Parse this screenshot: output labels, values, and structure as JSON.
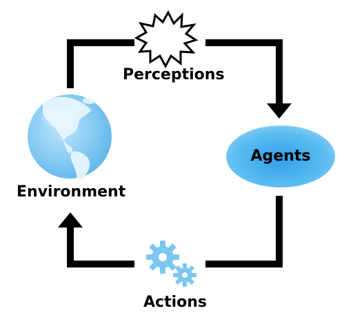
{
  "nodes": {
    "perceptions": {
      "label": "Perceptions",
      "icon": "starburst-icon"
    },
    "agents": {
      "label": "Agents",
      "icon": "ellipse-node"
    },
    "actions": {
      "label": "Actions",
      "icon": "gears-icon"
    },
    "environment": {
      "label": "Environment",
      "icon": "globe-icon"
    }
  },
  "edges": [
    {
      "from": "environment",
      "to": "perceptions"
    },
    {
      "from": "perceptions",
      "to": "agents"
    },
    {
      "from": "agents",
      "to": "actions"
    },
    {
      "from": "actions",
      "to": "environment"
    }
  ],
  "colors": {
    "connector": "#000000",
    "ellipse_center": "#4db3ee",
    "ellipse_edge": "#2a9ae6",
    "globe_ocean": "#7cc6f2",
    "globe_land": "#d8eefc",
    "gear": "#7cc6f2",
    "starburst_fill": "#ffffff",
    "starburst_stroke": "#000000"
  }
}
